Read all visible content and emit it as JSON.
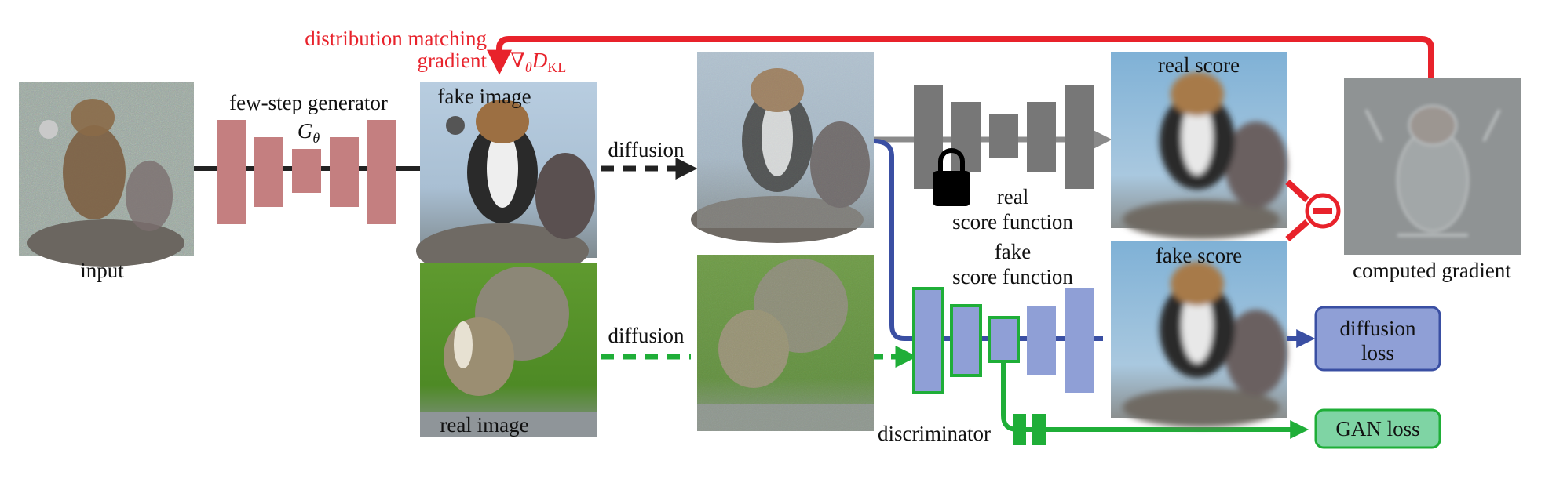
{
  "title_top_left": "distribution matching",
  "title_top_left2": "gradient",
  "grad_symbol": "∇",
  "grad_sub": "θ",
  "grad_D": "D",
  "grad_KL": "KL",
  "input_label": "input",
  "generator_label": "few-step generator",
  "generator_symbol": "G",
  "generator_sub": "θ",
  "fake_image_label": "fake image",
  "real_image_label": "real image",
  "diffusion_label_top": "diffusion",
  "diffusion_label_bottom": "diffusion",
  "real_score_fn_line1": "real",
  "real_score_fn_line2": "score function",
  "fake_score_fn_line1": "fake",
  "fake_score_fn_line2": "score function",
  "real_score_label": "real score",
  "fake_score_label": "fake score",
  "computed_gradient_label": "computed gradient",
  "diffusion_loss_line1": "diffusion",
  "diffusion_loss_line2": "loss",
  "gan_loss_label": "GAN loss",
  "discriminator_label": "discriminator",
  "colors": {
    "red": "#e8222b",
    "generator": "#c47f80",
    "gray_net": "#7b7b7b",
    "blue_net": "#8f9fd6",
    "blue_line": "#3a4fa3",
    "green": "#1fae38",
    "gan_box": "#7fd4a4"
  }
}
